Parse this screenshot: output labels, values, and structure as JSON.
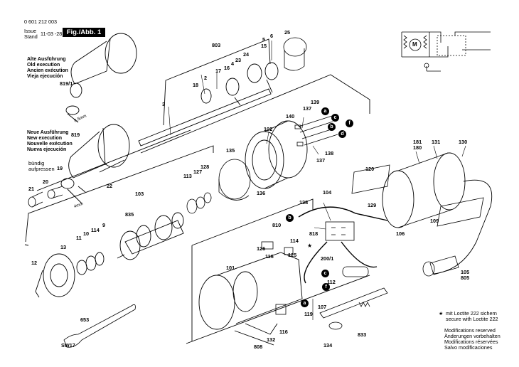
{
  "header": {
    "doc_number": "0 601 212 003",
    "issue_label": "Issue",
    "stand_label": "Stand",
    "issue_date": "11-03 -28",
    "figure_label": "Fig./Abb. 1"
  },
  "old_version": {
    "lines": [
      "Alte Ausführung",
      "Old execution",
      "Ancien exécution",
      "Vieja ejecución"
    ],
    "part": "819/1"
  },
  "new_version": {
    "lines": [
      "Neue Ausführung",
      "New execution",
      "Nouvelle exécution",
      "Nueva ejecución"
    ],
    "part": "819"
  },
  "notes": {
    "flush_press": [
      "bündig",
      "aufpressen"
    ],
    "dim_8_5": "8,5mm",
    "dim_4": "4mm",
    "loctite": [
      "mit Loctite 222 sichern",
      "secure with Loctite 222"
    ],
    "modifications": [
      "Modifications reserved",
      "Änderungen vorbehalten",
      "Modifications réservées",
      "Salvo modificaciones"
    ]
  },
  "part_labels": {
    "p803": "803",
    "p6": "6",
    "p25": "25",
    "p5": "5",
    "p15": "15",
    "p24": "24",
    "p23": "23",
    "p4": "4",
    "p16": "16",
    "p17": "17",
    "p2": "2",
    "p18": "18",
    "p3": "3",
    "p819a": "819",
    "p19": "19",
    "p20": "20",
    "p21": "21",
    "p22": "22",
    "p102": "102",
    "p139": "139",
    "p137a": "137",
    "p140": "140",
    "p138a": "138",
    "p137b": "137",
    "p135": "135",
    "p136": "136",
    "p113": "113",
    "p127": "127",
    "p128": "128",
    "p103": "103",
    "p835": "835",
    "p181": "181",
    "p180": "180",
    "p131": "131",
    "p130": "130",
    "p120": "120",
    "p129": "129",
    "p109": "109",
    "p106": "106",
    "p105": "105",
    "p805": "805",
    "p104": "104",
    "p138c": "138",
    "p818": "818",
    "p810": "810",
    "p114": "114",
    "p126": "126",
    "p125": "125",
    "p116a": "116",
    "p200": "200/1",
    "p112": "112",
    "p101": "101",
    "p119": "119",
    "p107": "107",
    "p116b": "116",
    "p833": "833",
    "p134": "134",
    "p132": "132",
    "p808": "808",
    "p653": "653",
    "p17w": "SW17",
    "p13": "13",
    "p12": "12",
    "p11": "11",
    "p10": "10",
    "p9": "9"
  },
  "wire_badges": [
    "a",
    "c",
    "b",
    "d",
    "f",
    "b",
    "a",
    "c",
    "f"
  ],
  "wiring_diagram": {
    "motor_symbol": "M"
  }
}
